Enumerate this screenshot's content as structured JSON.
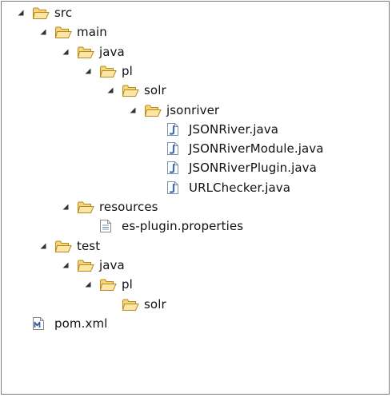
{
  "tree": {
    "nodes": [
      {
        "label": "src",
        "depth": 0,
        "type": "folder",
        "expanded": true
      },
      {
        "label": "main",
        "depth": 1,
        "type": "folder",
        "expanded": true
      },
      {
        "label": "java",
        "depth": 2,
        "type": "folder",
        "expanded": true
      },
      {
        "label": "pl",
        "depth": 3,
        "type": "folder",
        "expanded": true
      },
      {
        "label": "solr",
        "depth": 4,
        "type": "folder",
        "expanded": true
      },
      {
        "label": "jsonriver",
        "depth": 5,
        "type": "folder",
        "expanded": true
      },
      {
        "label": "JSONRiver.java",
        "depth": 6,
        "type": "java-file"
      },
      {
        "label": "JSONRiverModule.java",
        "depth": 6,
        "type": "java-file"
      },
      {
        "label": "JSONRiverPlugin.java",
        "depth": 6,
        "type": "java-file"
      },
      {
        "label": "URLChecker.java",
        "depth": 6,
        "type": "java-file"
      },
      {
        "label": "resources",
        "depth": 2,
        "type": "folder",
        "expanded": true
      },
      {
        "label": "es-plugin.properties",
        "depth": 3,
        "type": "properties-file"
      },
      {
        "label": "test",
        "depth": 1,
        "type": "folder",
        "expanded": true
      },
      {
        "label": "java",
        "depth": 2,
        "type": "folder",
        "expanded": true
      },
      {
        "label": "pl",
        "depth": 3,
        "type": "folder",
        "expanded": true
      },
      {
        "label": "solr",
        "depth": 4,
        "type": "folder"
      },
      {
        "label": "pom.xml",
        "depth": 0,
        "type": "maven-file"
      }
    ]
  },
  "colors": {
    "folder_fill": "#f5d57a",
    "folder_stroke": "#b88a1e",
    "java_badge": "#3b6fb6",
    "maven_badge": "#2f5aa0",
    "toggle": "#333333"
  }
}
